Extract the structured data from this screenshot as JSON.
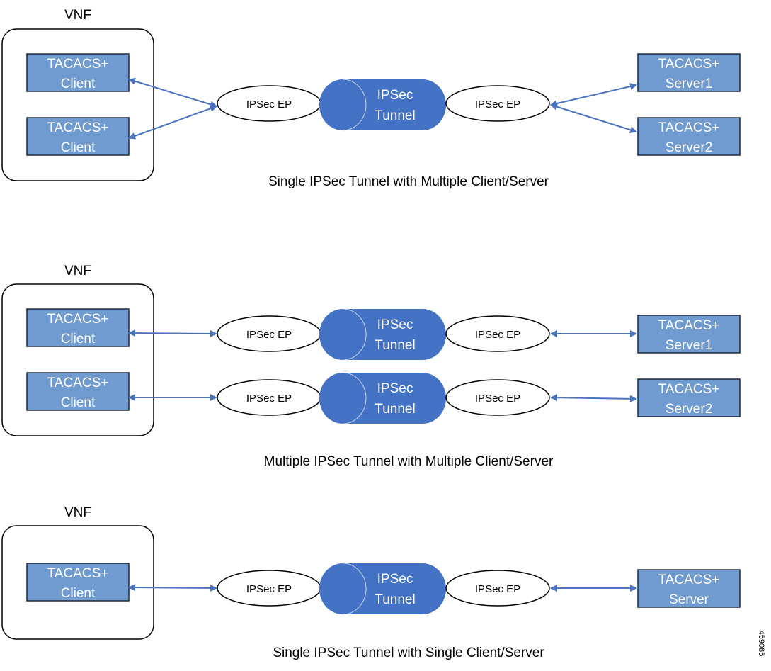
{
  "colors": {
    "box_fill": "#6f9bd0",
    "box_stroke": "#1e2a3a",
    "tunnel_fill": "#4472c4",
    "arrow": "#4a74bf",
    "ellipse_stroke": "#000000",
    "vnf_stroke": "#000000"
  },
  "sections": [
    {
      "vnf_label": "VNF",
      "caption": "Single IPSec Tunnel with Multiple Client/Server",
      "clients": [
        {
          "line1": "TACACS+",
          "line2": "Client"
        },
        {
          "line1": "TACACS+",
          "line2": "Client"
        }
      ],
      "endpoints": [
        {
          "label": "IPSec EP"
        },
        {
          "label": "IPSec EP"
        }
      ],
      "tunnels": [
        {
          "line1": "IPSec",
          "line2": "Tunnel"
        }
      ],
      "servers": [
        {
          "line1": "TACACS+",
          "line2": "Server1"
        },
        {
          "line1": "TACACS+",
          "line2": "Server2"
        }
      ]
    },
    {
      "vnf_label": "VNF",
      "caption": "Multiple IPSec Tunnel with Multiple Client/Server",
      "clients": [
        {
          "line1": "TACACS+",
          "line2": "Client"
        },
        {
          "line1": "TACACS+",
          "line2": "Client"
        }
      ],
      "endpoints": [
        {
          "label": "IPSec EP"
        },
        {
          "label": "IPSec EP"
        },
        {
          "label": "IPSec EP"
        },
        {
          "label": "IPSec EP"
        }
      ],
      "tunnels": [
        {
          "line1": "IPSec",
          "line2": "Tunnel"
        },
        {
          "line1": "IPSec",
          "line2": "Tunnel"
        }
      ],
      "servers": [
        {
          "line1": "TACACS+",
          "line2": "Server1"
        },
        {
          "line1": "TACACS+",
          "line2": "Server2"
        }
      ]
    },
    {
      "vnf_label": "VNF",
      "caption": "Single IPSec Tunnel  with Single Client/Server",
      "clients": [
        {
          "line1": "TACACS+",
          "line2": "Client"
        }
      ],
      "endpoints": [
        {
          "label": "IPSec EP"
        },
        {
          "label": "IPSec EP"
        }
      ],
      "tunnels": [
        {
          "line1": "IPSec",
          "line2": "Tunnel"
        }
      ],
      "servers": [
        {
          "line1": "TACACS+",
          "line2": "Server"
        }
      ]
    }
  ],
  "figure_number": "459085"
}
